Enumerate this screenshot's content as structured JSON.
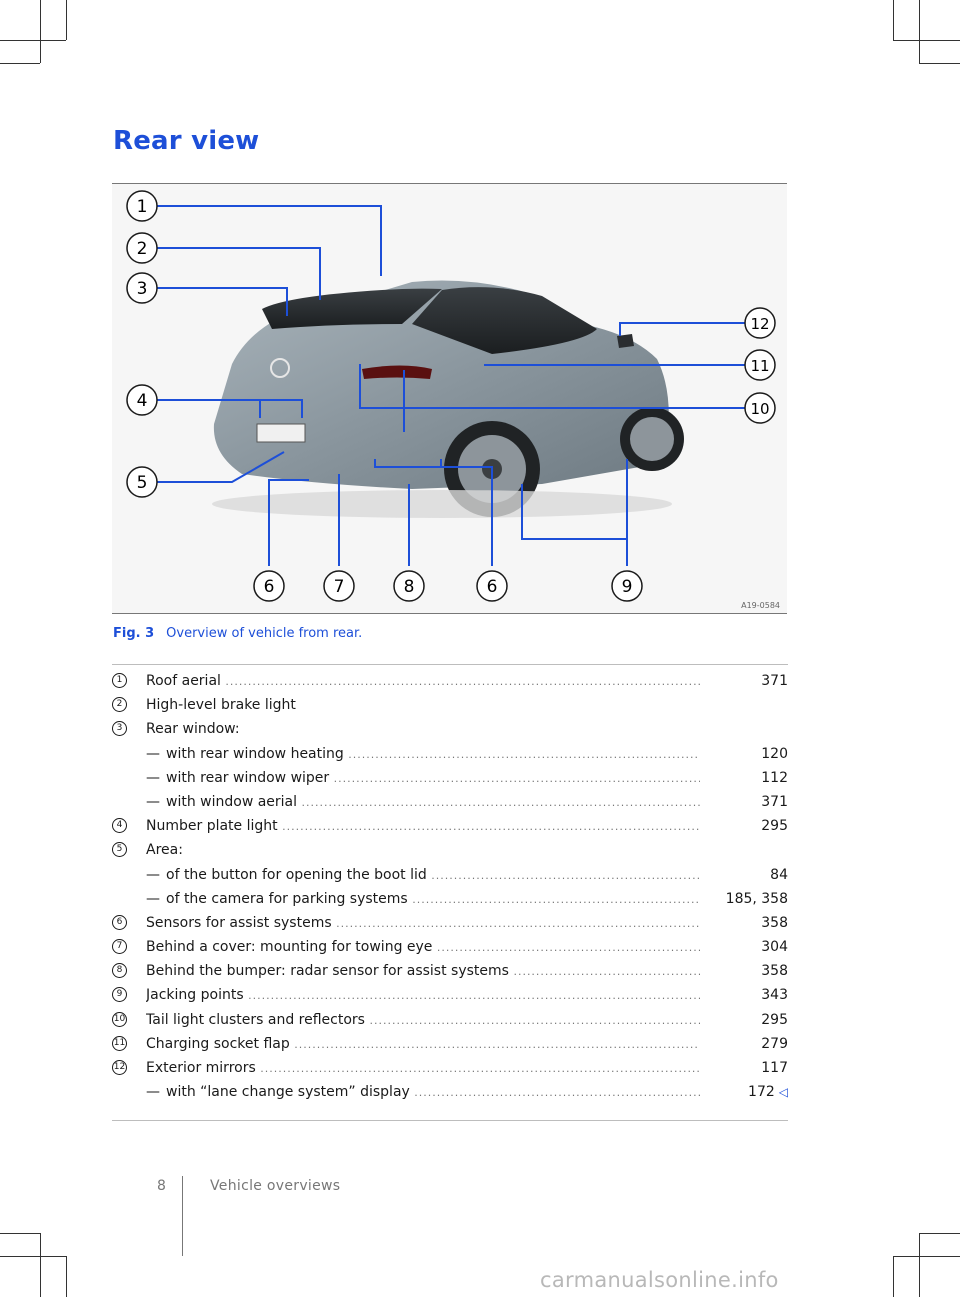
{
  "page": {
    "title": "Rear view",
    "page_number": "8",
    "section": "Vehicle overviews"
  },
  "figure": {
    "number": "Fig. 3",
    "caption": "Overview of vehicle from rear.",
    "image_code": "A19-0584",
    "callouts": [
      "1",
      "2",
      "3",
      "4",
      "5",
      "6",
      "7",
      "8",
      "6",
      "9",
      "10",
      "11",
      "12"
    ]
  },
  "legend": {
    "items": [
      {
        "num": "1",
        "label": "Roof aerial",
        "page": "371"
      },
      {
        "num": "2",
        "label": "High-level brake light",
        "page": ""
      },
      {
        "num": "3",
        "label": "Rear window:",
        "page": ""
      },
      {
        "num": "",
        "label": "with rear window heating",
        "page": "120",
        "dash": "—"
      },
      {
        "num": "",
        "label": "with rear window wiper",
        "page": "112",
        "dash": "—"
      },
      {
        "num": "",
        "label": "with window aerial",
        "page": "371",
        "dash": "—"
      },
      {
        "num": "4",
        "label": "Number plate light",
        "page": "295"
      },
      {
        "num": "5",
        "label": "Area:",
        "page": ""
      },
      {
        "num": "",
        "label": "of the button for opening the boot lid",
        "page": "84",
        "dash": "—"
      },
      {
        "num": "",
        "label": "of the camera for parking systems",
        "page": "185, 358",
        "dash": "—"
      },
      {
        "num": "6",
        "label": "Sensors for assist systems",
        "page": "358"
      },
      {
        "num": "7",
        "label": "Behind a cover: mounting for towing eye",
        "page": "304"
      },
      {
        "num": "8",
        "label": "Behind the bumper: radar sensor for assist systems",
        "page": "358"
      },
      {
        "num": "9",
        "label": "Jacking points",
        "page": "343"
      },
      {
        "num": "10",
        "label": "Tail light clusters and reflectors",
        "page": "295"
      },
      {
        "num": "11",
        "label": "Charging socket flap",
        "page": "279"
      },
      {
        "num": "12",
        "label": "Exterior mirrors",
        "page": "117"
      },
      {
        "num": "",
        "label": "with “lane change system” display",
        "page": "172",
        "dash": "—",
        "end_mark": "◁"
      }
    ]
  },
  "watermark": "carmanualsonline.info",
  "colors": {
    "accent": "#1d4fd8",
    "text": "#1a1a1a",
    "muted": "#777777"
  }
}
